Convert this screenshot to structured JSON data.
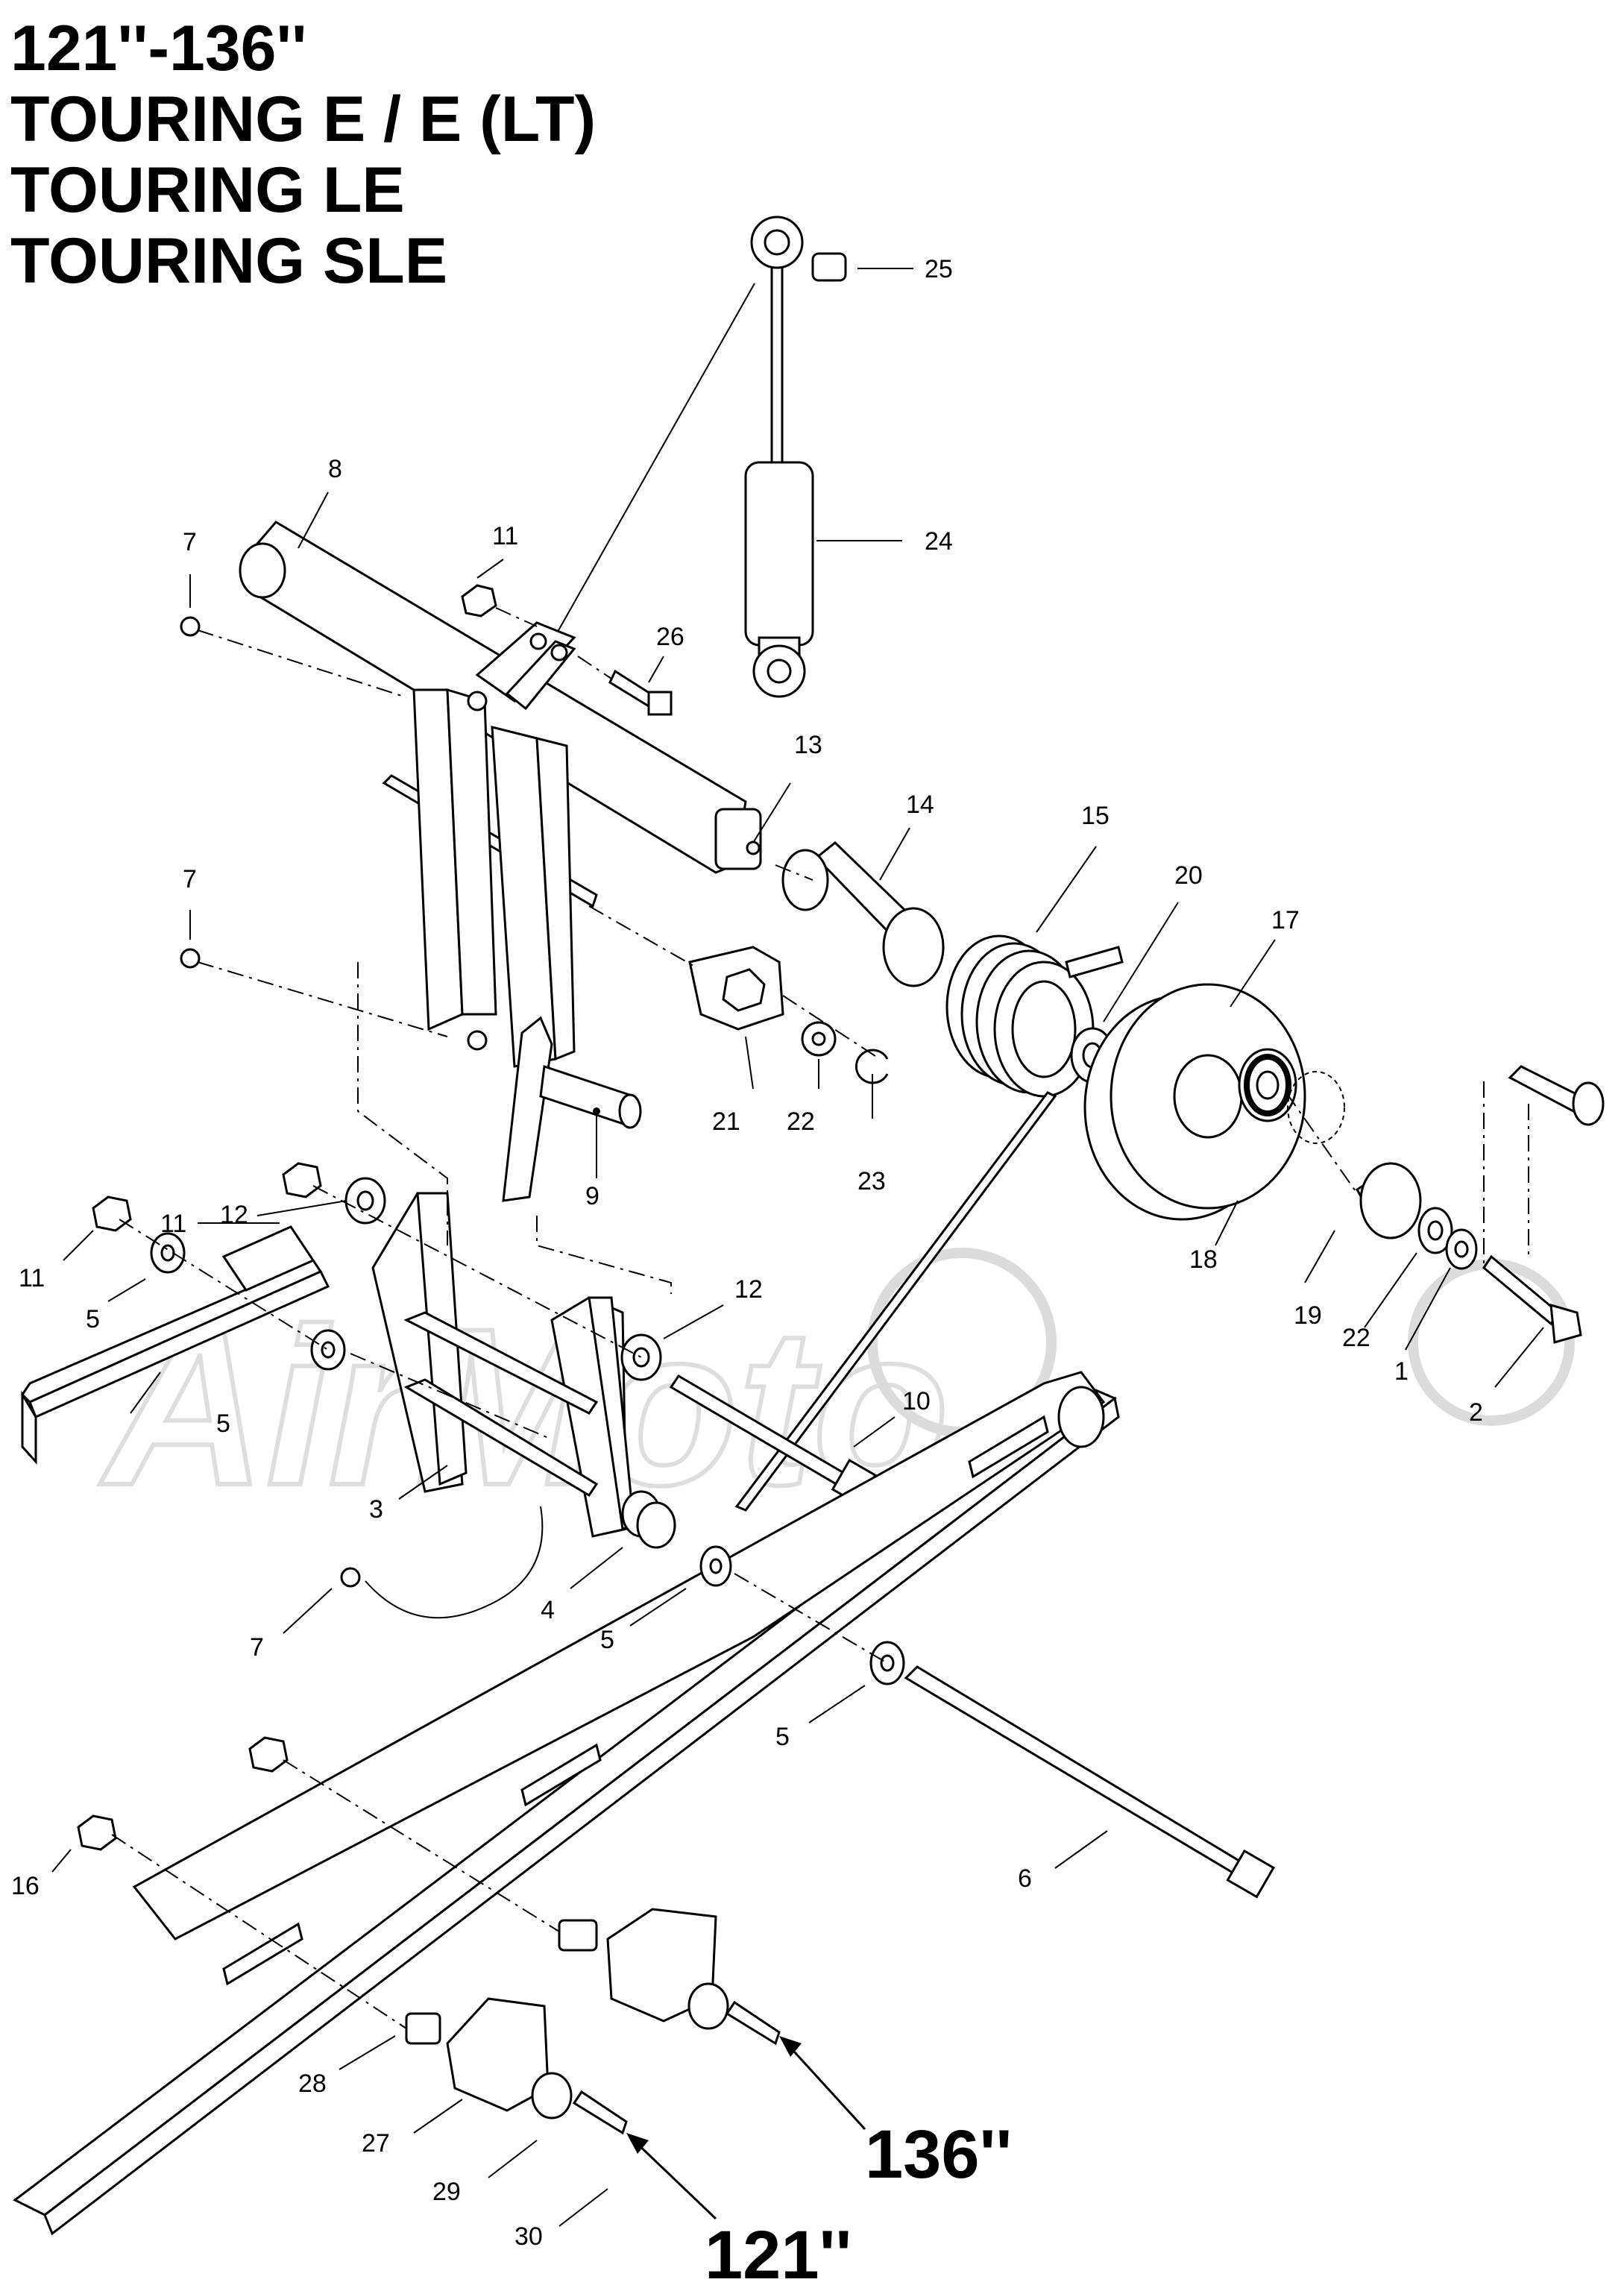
{
  "title_lines": [
    "121''-136''",
    "TOURING E / E (LT)",
    "TOURING LE",
    "TOURING SLE"
  ],
  "watermark": "AirMoto",
  "size_labels": {
    "long_track": "136''",
    "short_track": "121''"
  },
  "callouts": {
    "c25": "25",
    "c24": "24",
    "c8": "8",
    "c7a": "7",
    "c11a": "11",
    "c26": "26",
    "c13": "13",
    "c14": "14",
    "c15": "15",
    "c20": "20",
    "c17": "17",
    "c7b": "7",
    "c21": "21",
    "c22a": "22",
    "c23": "23",
    "c9": "9",
    "c11b": "11",
    "c12a": "12",
    "c11c": "11",
    "c5a": "5",
    "c18": "18",
    "c19": "19",
    "c22b": "22",
    "c1": "1",
    "c2": "2",
    "c12b": "12",
    "c5b": "5",
    "c10": "10",
    "c3": "3",
    "c4": "4",
    "c7c": "7",
    "c5c": "5",
    "c5d": "5",
    "c6": "6",
    "c16": "16",
    "c28": "28",
    "c27": "27",
    "c29": "29",
    "c30": "30"
  }
}
